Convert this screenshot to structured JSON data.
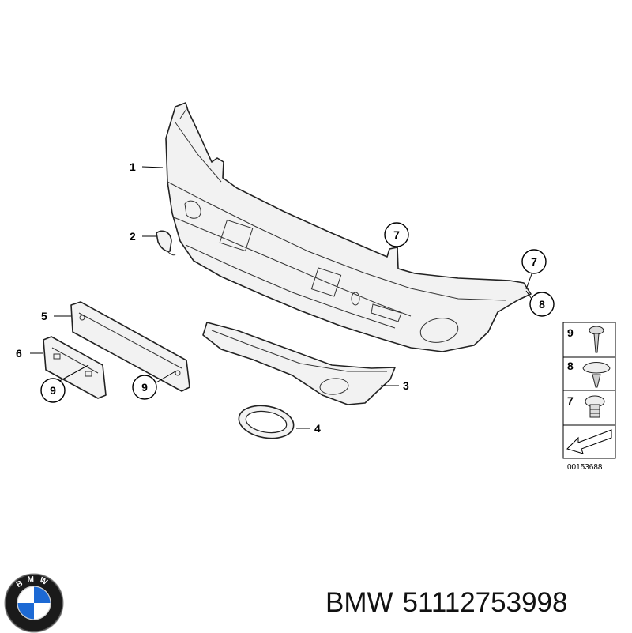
{
  "diagram": {
    "callouts": [
      {
        "id": "c1",
        "text": "1"
      },
      {
        "id": "c2",
        "text": "2"
      },
      {
        "id": "c3",
        "text": "3"
      },
      {
        "id": "c4",
        "text": "4"
      },
      {
        "id": "c5",
        "text": "5"
      },
      {
        "id": "c6",
        "text": "6"
      },
      {
        "id": "c7a",
        "text": "7"
      },
      {
        "id": "c7b",
        "text": "7"
      },
      {
        "id": "c8",
        "text": "8"
      },
      {
        "id": "c9a",
        "text": "9"
      },
      {
        "id": "c9b",
        "text": "9"
      }
    ],
    "hardware_box": {
      "items": [
        {
          "text": "9"
        },
        {
          "text": "8"
        },
        {
          "text": "7"
        }
      ],
      "reference": "00153688"
    }
  },
  "caption": {
    "brand": "BMW",
    "part_number": "51112753998"
  },
  "logo": {
    "letters": "BMW",
    "colors": {
      "blue": "#1c69d4",
      "white": "#ffffff",
      "ring": "#1a1a1a"
    }
  }
}
